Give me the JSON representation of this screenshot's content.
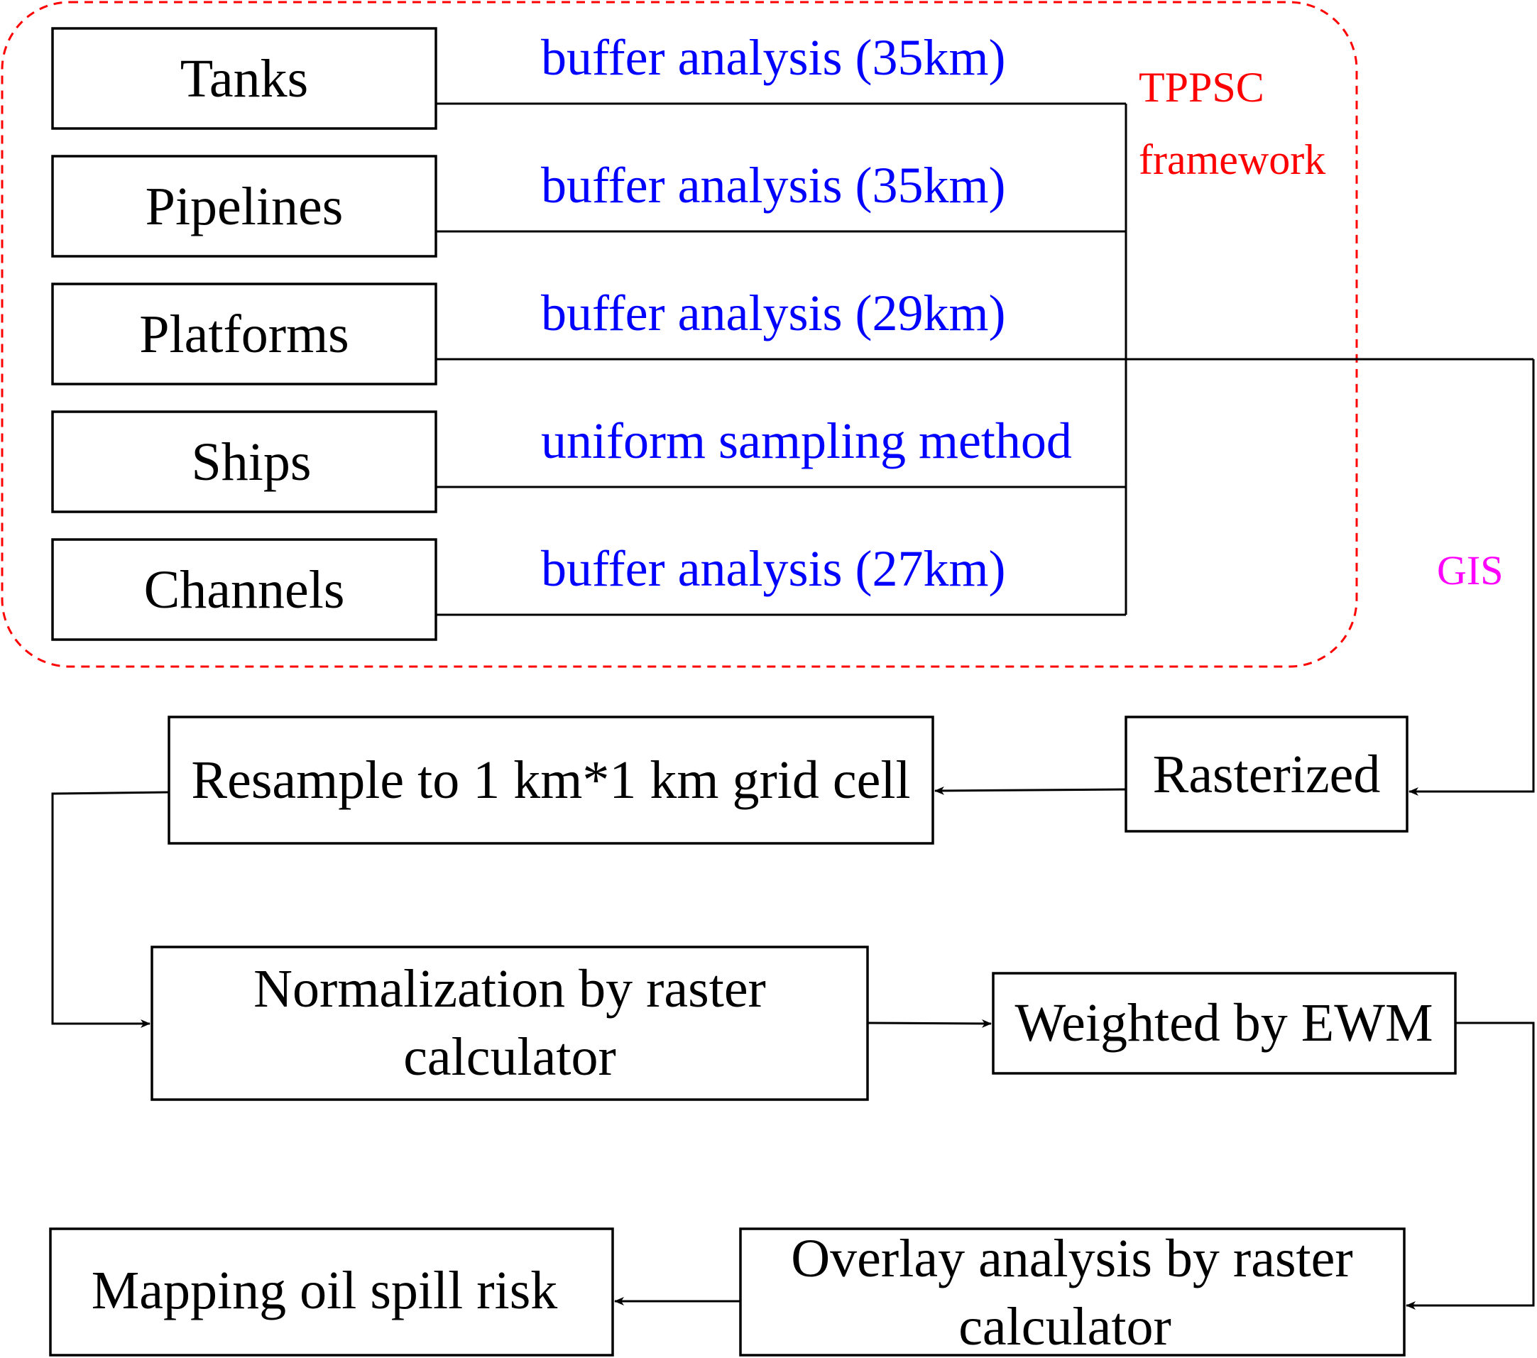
{
  "framework": {
    "label_line1": "TPPSC",
    "label_line2": "framework",
    "color": "#ff0000"
  },
  "gis_label": {
    "text": "GIS",
    "color": "#ff00ff"
  },
  "sources": [
    {
      "label": "Tanks",
      "method": "buffer analysis (35km)"
    },
    {
      "label": "Pipelines",
      "method": "buffer analysis (35km)"
    },
    {
      "label": "Platforms",
      "method": "buffer analysis (29km)"
    },
    {
      "label": "Ships",
      "method": "uniform sampling method"
    },
    {
      "label": "Channels",
      "method": "buffer analysis (27km)"
    }
  ],
  "method_color": "#0000ff",
  "steps": {
    "rasterized": "Rasterized",
    "resample": "Resample to 1 km*1 km grid cell",
    "normalization_line1": "Normalization by raster",
    "normalization_line2": "calculator",
    "weighted": "Weighted by EWM",
    "overlay_line1": "Overlay analysis by raster",
    "overlay_line2": "calculator",
    "mapping": "Mapping oil spill risk"
  }
}
